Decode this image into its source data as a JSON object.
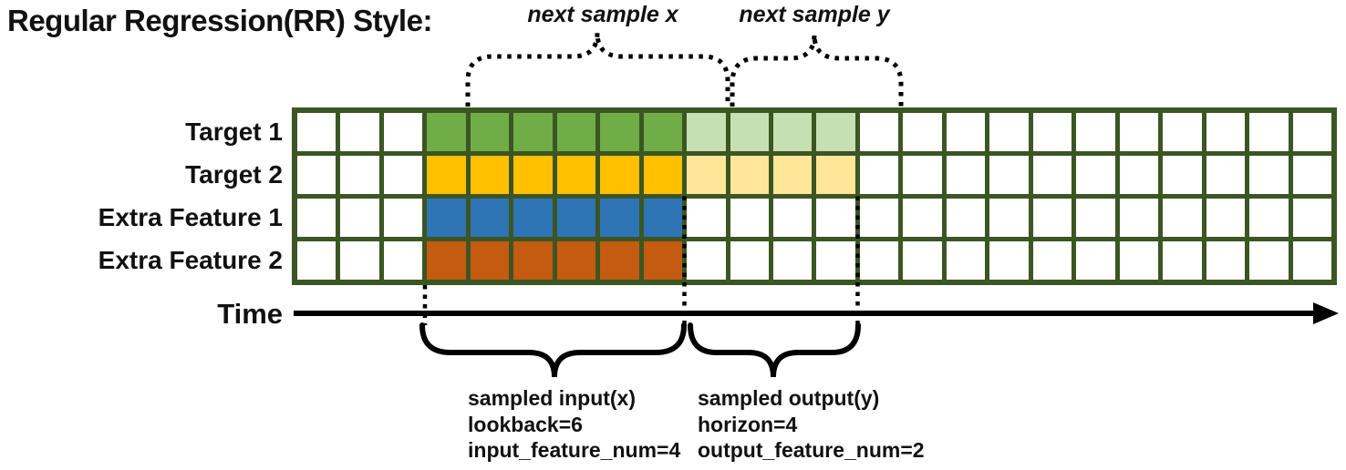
{
  "title": "Regular Regression(RR) Style:",
  "colors": {
    "grid_border": "#3B5623",
    "cell_bg": "#FFFFFF",
    "target1": "#70AD47",
    "target1_light": "#C6E0B4",
    "target2": "#FFC000",
    "target2_light": "#FFE699",
    "extra1": "#2E75B6",
    "extra2": "#C55A11",
    "line_black": "#000000"
  },
  "grid": {
    "columns": 24,
    "rows": [
      {
        "label": "Target 1",
        "input_color": "target1",
        "input_cols": [
          3,
          8
        ],
        "output_color": "target1_light",
        "output_cols": [
          9,
          12
        ]
      },
      {
        "label": "Target 2",
        "input_color": "target2",
        "input_cols": [
          3,
          8
        ],
        "output_color": "target2_light",
        "output_cols": [
          9,
          12
        ]
      },
      {
        "label": "Extra Feature 1",
        "input_color": "extra1",
        "input_cols": [
          3,
          8
        ]
      },
      {
        "label": "Extra Feature 2",
        "input_color": "extra2",
        "input_cols": [
          3,
          8
        ]
      }
    ]
  },
  "annotations": {
    "next_sample_x": "next sample x",
    "next_sample_y": "next sample y",
    "time_label": "Time",
    "input_block": [
      "sampled input(x)",
      "lookback=6",
      "input_feature_num=4"
    ],
    "output_block": [
      "sampled output(y)",
      "horizon=4",
      "output_feature_num=2"
    ]
  }
}
